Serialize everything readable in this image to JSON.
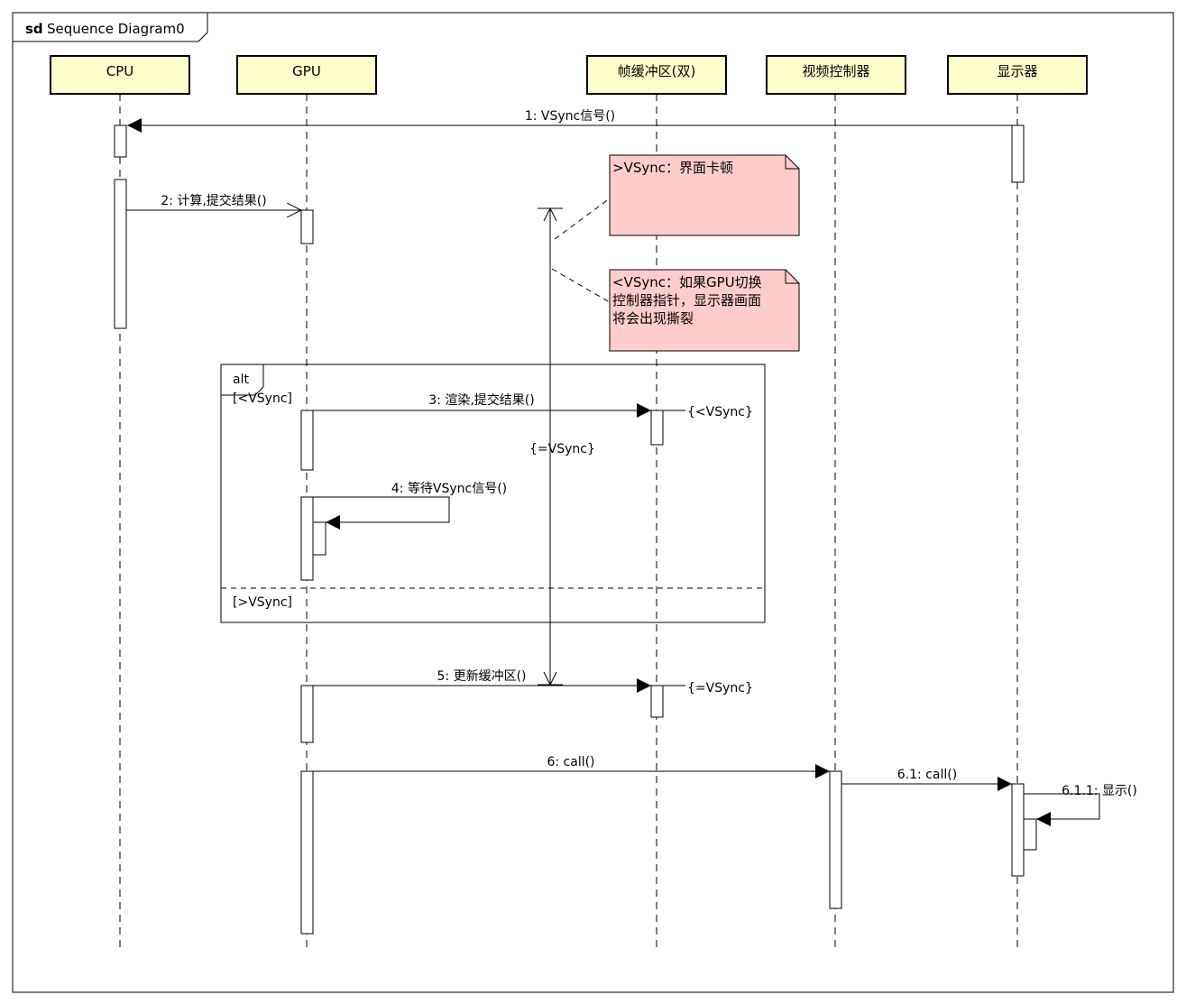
{
  "diagram": {
    "frame": {
      "keyword": "sd",
      "name": "Sequence Diagram0"
    },
    "lifelines": [
      {
        "id": "cpu",
        "label": "CPU"
      },
      {
        "id": "gpu",
        "label": "GPU"
      },
      {
        "id": "framebuffer",
        "label": "帧缓冲区(双)"
      },
      {
        "id": "video_controller",
        "label": "视频控制器"
      },
      {
        "id": "display",
        "label": "显示器"
      }
    ],
    "messages": [
      {
        "id": "m1",
        "label": "1: VSync信号()"
      },
      {
        "id": "m2",
        "label": "2: 计算,提交结果()"
      },
      {
        "id": "m3",
        "label": "3: 渲染,提交结果()"
      },
      {
        "id": "m4",
        "label": "4: 等待VSync信号()"
      },
      {
        "id": "m5",
        "label": "5: 更新缓冲区()"
      },
      {
        "id": "m6",
        "label": "6: call()"
      },
      {
        "id": "m61",
        "label": "6.1: call()"
      },
      {
        "id": "m611",
        "label": "6.1.1: 显示()"
      }
    ],
    "notes": [
      {
        "id": "note1",
        "lines": [
          ">VSync：界面卡顿"
        ],
        "color": "#ffcccc"
      },
      {
        "id": "note2",
        "lines": [
          "<VSync：如果GPU切换",
          "控制器指针，显示器画面",
          "将会出现撕裂"
        ],
        "color": "#ffcccc"
      }
    ],
    "alt": {
      "keyword": "alt",
      "guard1": "[<VSync]",
      "guard2": "[>VSync]"
    },
    "constraints": {
      "lt": "{<VSync}",
      "eq_center": "{=VSync}",
      "eq_right": "{=VSync}"
    },
    "colors": {
      "lifeline_head": "#ffffcc",
      "note_fill": "#ffcccc"
    }
  }
}
